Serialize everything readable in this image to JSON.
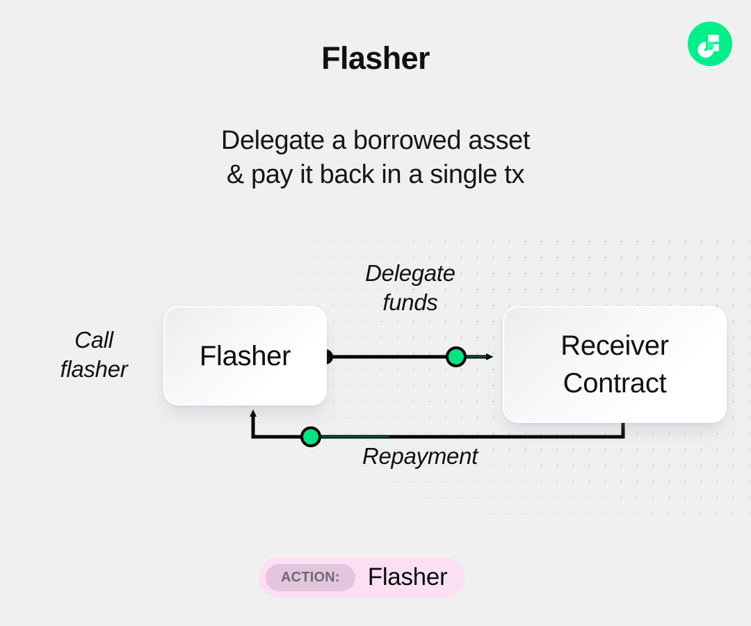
{
  "header": {
    "title": "Flasher",
    "subtitle_line1": "Delegate a borrowed asset",
    "subtitle_line2": "& pay it back in a single tx",
    "logo_name": "flow-logo-icon"
  },
  "colors": {
    "background": "#f0f0f0",
    "brand_green": "#00ef8b",
    "node_green": "#00e583",
    "wire_black": "#000000",
    "pill_background": "#fbe0f3",
    "pill_tag_background": "#e3c5de",
    "pill_tag_text": "#6f6872",
    "dot_grid": "#d8d8d8",
    "card_border": "#ffffff"
  },
  "diagram": {
    "nodes": [
      {
        "id": "flasher",
        "label": "Flasher"
      },
      {
        "id": "receiver",
        "label": "Receiver\nContract"
      }
    ],
    "labels": {
      "call": "Call\nflasher",
      "delegate": "Delegate\nfunds",
      "repayment": "Repayment"
    },
    "edges": [
      {
        "id": "delegate-funds",
        "from": "flasher",
        "to": "receiver",
        "label": "Delegate funds",
        "marker": "green-node"
      },
      {
        "id": "repayment",
        "from": "receiver",
        "to": "flasher",
        "label": "Repayment",
        "marker": "green-node"
      }
    ]
  },
  "action": {
    "tag": "ACTION:",
    "value": "Flasher"
  }
}
